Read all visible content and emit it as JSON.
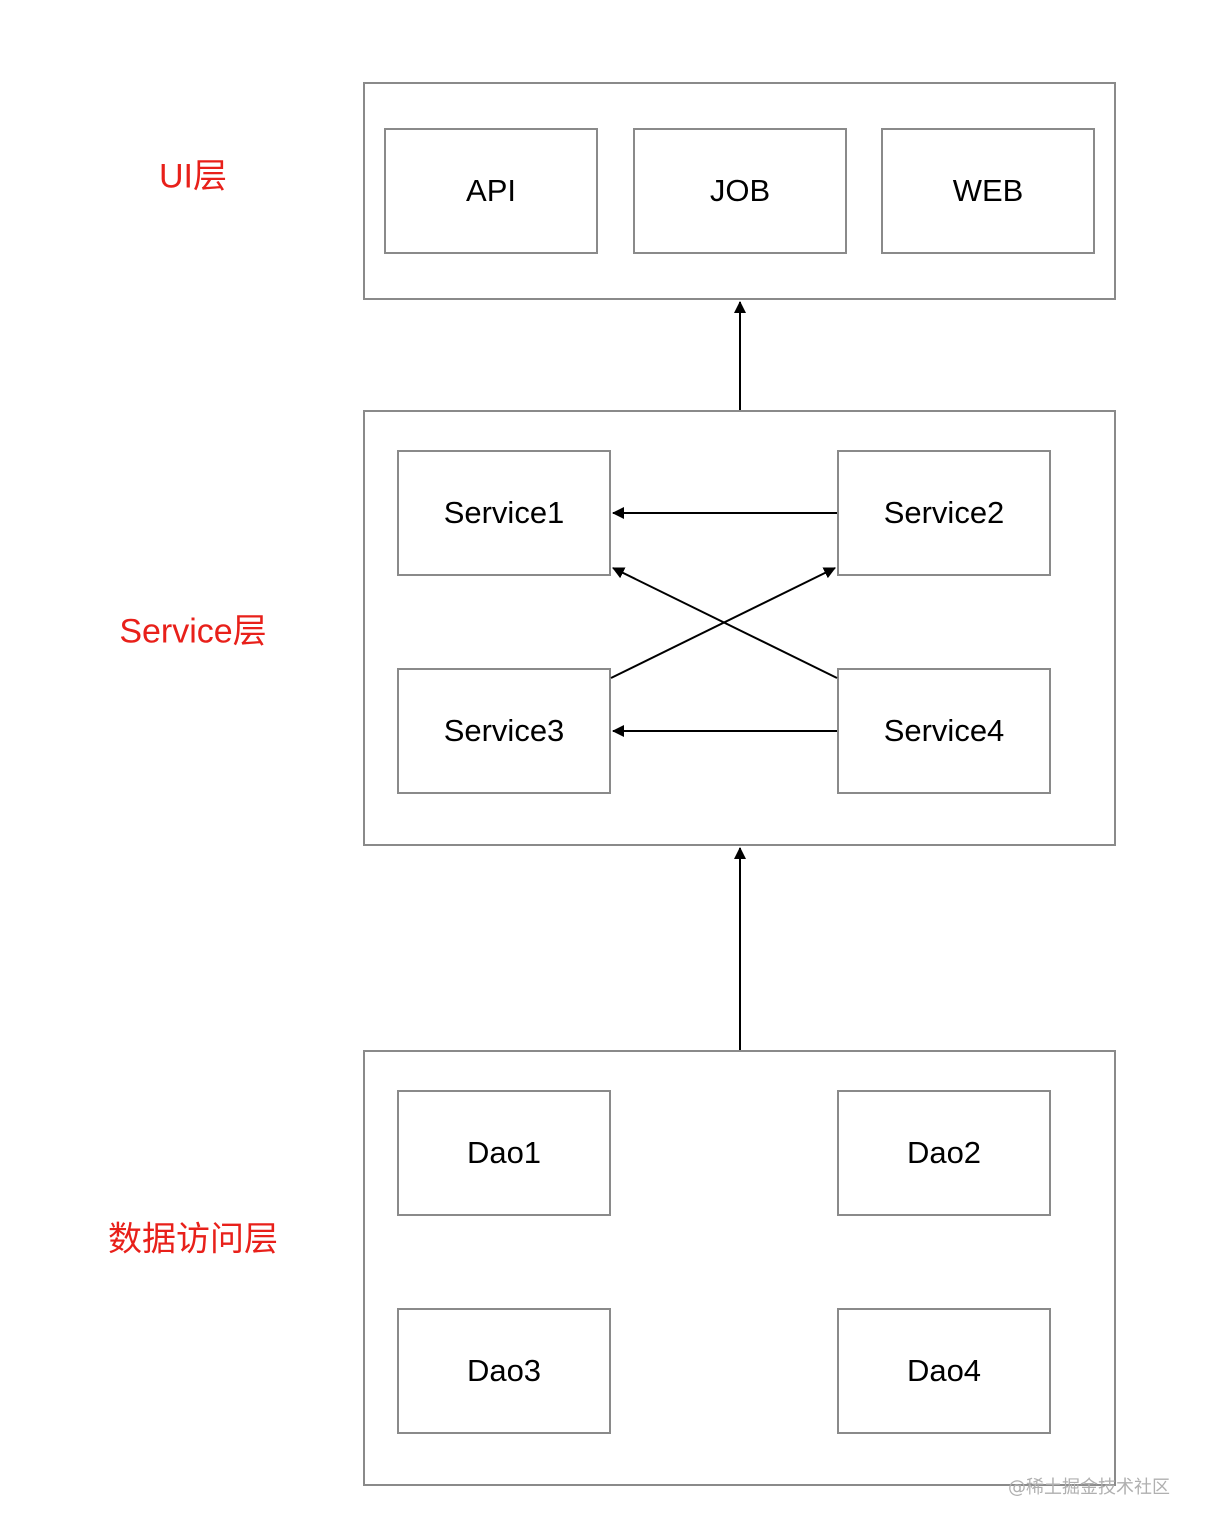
{
  "colors": {
    "layer_label": "#e8201a",
    "box_border": "#8a8a8a",
    "arrow": "#000000",
    "watermark": "#b0b0b0"
  },
  "layers": {
    "ui": {
      "label": "UI层",
      "nodes": [
        "API",
        "JOB",
        "WEB"
      ]
    },
    "service": {
      "label": "Service层",
      "nodes": [
        "Service1",
        "Service2",
        "Service3",
        "Service4"
      ]
    },
    "dao": {
      "label": "数据访问层",
      "nodes": [
        "Dao1",
        "Dao2",
        "Dao3",
        "Dao4"
      ]
    }
  },
  "edges": [
    {
      "from": "service-layer",
      "to": "ui-layer"
    },
    {
      "from": "dao-layer",
      "to": "service-layer"
    },
    {
      "from": "Service2",
      "to": "Service1"
    },
    {
      "from": "Service4",
      "to": "Service3"
    },
    {
      "from": "Service4",
      "to": "Service1"
    },
    {
      "from": "Service3",
      "to": "Service2"
    }
  ],
  "watermark": "@稀土掘金技术社区"
}
